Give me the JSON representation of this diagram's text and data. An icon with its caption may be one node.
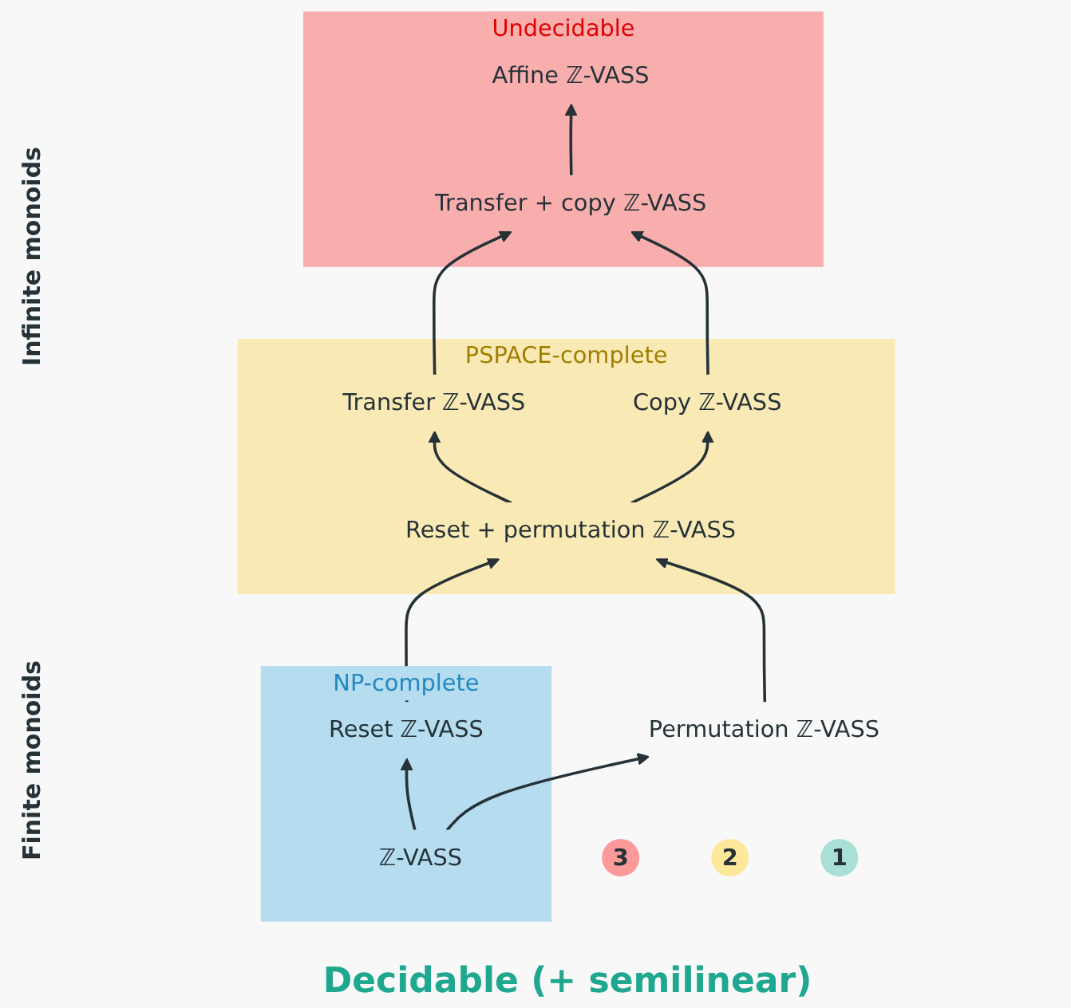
{
  "diagram": {
    "nodes": [
      {
        "text": [
          "3"
        ]
      },
      {
        "text": [
          "Undecidable"
        ]
      },
      {
        "text": [
          "Affine ℤ-VASS"
        ],
        "in": 1
      },
      {
        "text": [
          "Transfer + copy ℤ-VASS"
        ],
        "in": 1
      },
      {
        "text": [
          "2"
        ]
      },
      {
        "text": [
          "PSPACE-complete"
        ]
      },
      {
        "text": [
          "Transfer ℤ-VASS"
        ],
        "in": 5
      },
      {
        "text": [
          "Copy ℤ-VASS"
        ],
        "in": 5
      },
      {
        "text": [
          "Reset + permutation ℤ-VASS"
        ],
        "in": 5
      },
      {
        "text": [
          "NP-complete"
        ]
      },
      {
        "text": [
          "Reset ℤ-VASS"
        ],
        "in": 9
      },
      {
        "text": [
          "Permutation ℤ-VASS"
        ]
      },
      {
        "text": [
          "ℤ-VASS"
        ],
        "in": 9
      },
      {
        "text": [
          "1"
        ]
      }
    ],
    "edges": [
      {
        "from": 3,
        "to": 2,
        "arrow": "to"
      },
      {
        "from": 6,
        "to": 3,
        "arrow": "to"
      },
      {
        "from": 7,
        "to": 3,
        "arrow": "to"
      },
      {
        "from": 8,
        "to": 6,
        "arrow": "to"
      },
      {
        "from": 8,
        "to": 7,
        "arrow": "to"
      },
      {
        "from": 10,
        "to": 8,
        "arrow": "to"
      },
      {
        "from": 11,
        "to": 8,
        "arrow": "to"
      },
      {
        "from": 12,
        "to": 10,
        "arrow": "to"
      },
      {
        "from": 12,
        "to": 11,
        "arrow": "to"
      }
    ],
    "labels": [
      "Infinite monoids",
      "Finite monoids",
      "Decidable (+ semilinear)"
    ]
  }
}
